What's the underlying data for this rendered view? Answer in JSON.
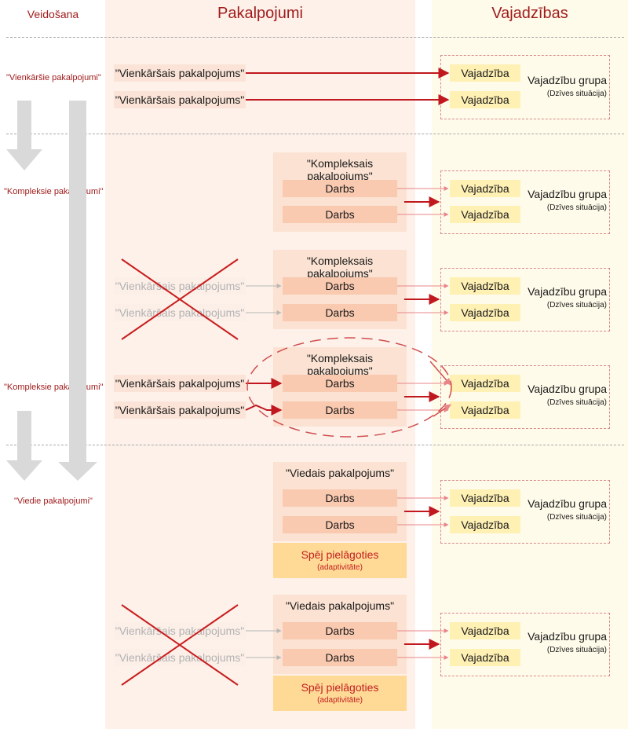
{
  "headers": {
    "left": "Veidošana",
    "middle": "Pakalpojumi",
    "right": "Vajadzības"
  },
  "side_labels": {
    "simple": "\"Vienkāršie pakalpojumi\"",
    "complex_1": "\"Kompleksie pakalpojumi\"",
    "complex_2": "\"Kompleksie pakalpojumi\"",
    "smart": "\"Viedie pakalpojumi\""
  },
  "simple_service": "\"Vienkāršais pakalpojums\"",
  "complex_service": "\"Kompleksais pakalpojums\"",
  "smart_service": "\"Viedais pakalpojums\"",
  "work": "Darbs",
  "need": "Vajadzība",
  "group": {
    "title": "Vajadzību grupa",
    "subtitle": "(Dzīves situācija)"
  },
  "adaptivity": {
    "title": "Spēj pielāgoties",
    "subtitle": "(adaptivitāte)"
  },
  "colors": {
    "accent": "#a01c1c",
    "arrow_strong": "#c0181e",
    "service_bg": "#fbe4d7",
    "need_bg": "#fff0b4",
    "adapt_bg": "#ffd996"
  }
}
